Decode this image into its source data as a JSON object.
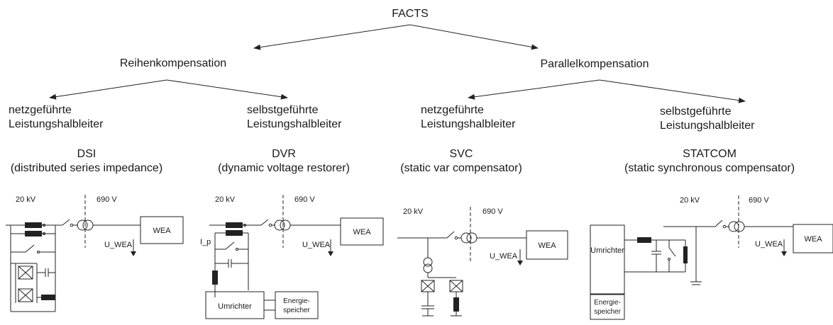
{
  "root": "FACTS",
  "branches": {
    "series": "Reihenkompensation",
    "parallel": "Parallelkompensation"
  },
  "converter_types": {
    "line_commutated": [
      "netzgeführte",
      "Leistungshalbleiter"
    ],
    "self_commutated": [
      "selbstgeführte",
      "Leistungshalbleiter"
    ]
  },
  "devices": [
    {
      "abbr": "DSI",
      "full": "(distributed series impedance)"
    },
    {
      "abbr": "DVR",
      "full": "(dynamic voltage restorer)"
    },
    {
      "abbr": "SVC",
      "full": "(static var compensator)"
    },
    {
      "abbr": "STATCOM",
      "full": "(static synchronous compensator)"
    }
  ],
  "circuit": {
    "hv": "20 kV",
    "lv": "690 V",
    "wea": "WEA",
    "u_wea": "U_WEA",
    "i_p": "I_p",
    "umrichter": "Umrichter",
    "energiespeicher": [
      "Energie-",
      "speicher"
    ]
  },
  "colors": {
    "line": "#222222",
    "text": "#1a1a1a"
  }
}
